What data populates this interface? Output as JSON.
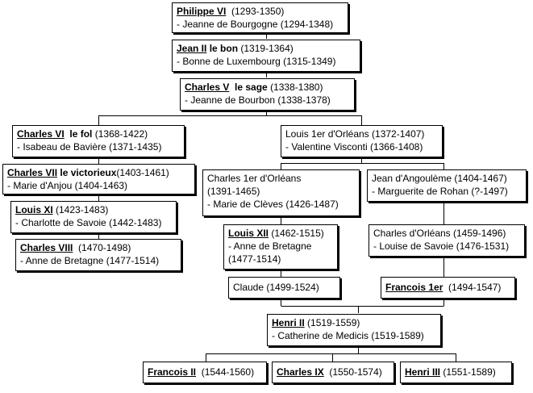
{
  "people": {
    "philippe6": {
      "name": "Philippe VI",
      "epithet": "",
      "dates": "(1293-1350)",
      "spouse": "- Jeanne de Bourgogne (1294-1348)"
    },
    "jean2": {
      "name": "Jean II",
      "epithet": "le bon",
      "dates": "(1319-1364)",
      "spouse": "- Bonne de Luxembourg (1315-1349)"
    },
    "charles5": {
      "name": "Charles V",
      "epithet": "le sage",
      "dates": "(1338-1380)",
      "spouse": "- Jeanne de Bourbon (1338-1378)"
    },
    "charles6": {
      "name": "Charles VI",
      "epithet": "le fol",
      "dates": "(1368-1422)",
      "spouse": "- Isabeau de Bavière (1371-1435)"
    },
    "louis_orleans": {
      "name": "Louis 1er d'Orléans",
      "dates": "(1372-1407)",
      "spouse": "- Valentine Visconti (1366-1408)"
    },
    "charles7": {
      "name": "Charles VII",
      "epithet": "le victorieux",
      "dates": "(1403-1461)",
      "spouse": "- Marie d'Anjou (1404-1463)"
    },
    "charles_orleans": {
      "name": "Charles 1er d'Orléans",
      "dates": "(1391-1465)",
      "spouse": "- Marie de Clèves (1426-1487)"
    },
    "jean_angouleme": {
      "name": "Jean d'Angoulème",
      "dates": "(1404-1467)",
      "spouse": "- Marguerite de Rohan (?-1497)"
    },
    "louis11": {
      "name": "Louis XI",
      "dates": "(1423-1483)",
      "spouse": "- Charlotte de Savoie (1442-1483)"
    },
    "louis12": {
      "name": "Louis XII",
      "dates": "(1462-1515)",
      "spouse": "- Anne de Bretagne",
      "spouse_dates": "(1477-1514)"
    },
    "charles_orleans2": {
      "name": "Charles d'Orléans",
      "dates": "(1459-1496)",
      "spouse": "- Louise de Savoie (1476-1531)"
    },
    "charles8": {
      "name": "Charles VIII",
      "dates": "(1470-1498)",
      "spouse": "- Anne de Bretagne (1477-1514)"
    },
    "claude": {
      "name": "Claude",
      "dates": "(1499-1524)"
    },
    "francois1": {
      "name": "Francois 1er",
      "dates": "(1494-1547)"
    },
    "henri2": {
      "name": "Henri II",
      "dates": "(1519-1559)",
      "spouse": "- Catherine de Medicis (1519-1589)"
    },
    "francois2": {
      "name": "Francois II",
      "dates": "(1544-1560)"
    },
    "charles9": {
      "name": "Charles IX",
      "dates": "(1550-1574)"
    },
    "henri3": {
      "name": "Henri III",
      "dates": "(1551-1589)"
    }
  }
}
